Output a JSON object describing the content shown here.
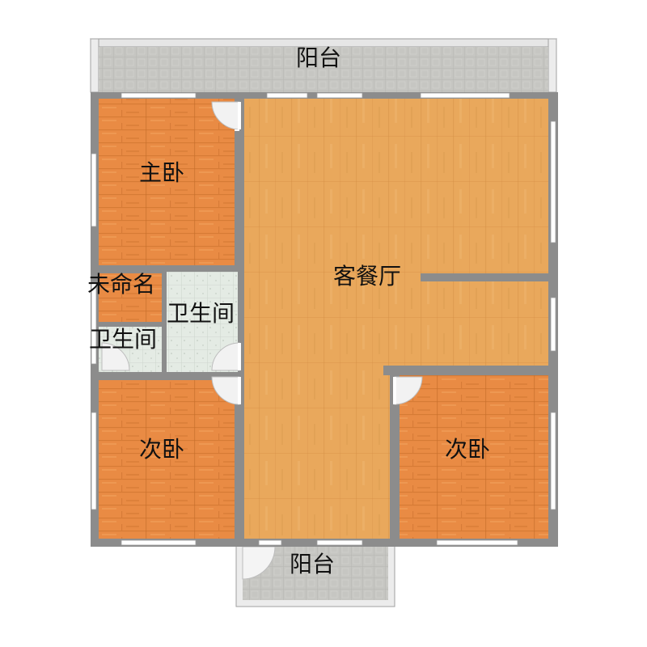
{
  "floorplan": {
    "rooms": {
      "balcony_top": {
        "label": "阳台"
      },
      "master_bedroom": {
        "label": "主卧"
      },
      "unnamed": {
        "label": "未命名"
      },
      "bathroom_main": {
        "label": "卫生间"
      },
      "bathroom_small": {
        "label": "卫生间"
      },
      "living_dining": {
        "label": "客餐厅"
      },
      "bedroom_left": {
        "label": "次卧"
      },
      "bedroom_right": {
        "label": "次卧"
      },
      "balcony_bottom": {
        "label": "阳台"
      }
    },
    "colors": {
      "wall": "#8a8a8a",
      "wood_light": "#e8a85a",
      "wood_medium": "#e88a40",
      "tile": "#e6ece6",
      "balcony": "#c4c4c0",
      "window": "#ffffff",
      "door_swing": "#f5f5f5"
    }
  }
}
